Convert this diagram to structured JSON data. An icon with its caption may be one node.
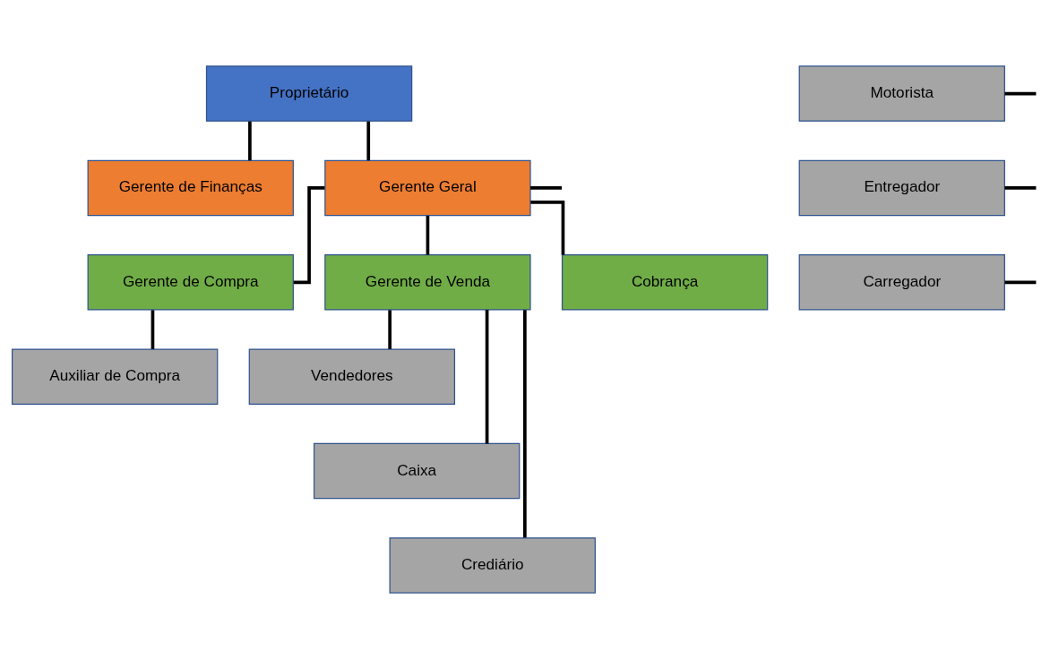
{
  "diagram": {
    "nodes": [
      {
        "text": [
          "Proprietário"
        ]
      },
      {
        "text": [
          "Gerente de Finanças"
        ]
      },
      {
        "text": [
          "Gerente Geral"
        ]
      },
      {
        "text": [
          "Gerente de Compra"
        ]
      },
      {
        "text": [
          "Gerente de Venda"
        ]
      },
      {
        "text": [
          "Cobrança"
        ]
      },
      {
        "text": [
          "Auxiliar de Compra"
        ]
      },
      {
        "text": [
          "Vendedores"
        ]
      },
      {
        "text": [
          "Caixa"
        ]
      },
      {
        "text": [
          "Crediário"
        ]
      },
      {
        "text": [
          "Motorista"
        ]
      },
      {
        "text": [
          "Entregador"
        ]
      },
      {
        "text": [
          "Carregador"
        ]
      }
    ],
    "edges": [
      {
        "from": 0,
        "to": 1,
        "arrow": "none"
      },
      {
        "from": 0,
        "to": 2,
        "arrow": "none"
      },
      {
        "from": 2,
        "to": null,
        "arrow": "none"
      },
      {
        "from": 2,
        "to": 3,
        "arrow": "none"
      },
      {
        "from": 2,
        "to": 4,
        "arrow": "none"
      },
      {
        "from": 2,
        "to": 5,
        "arrow": "none"
      },
      {
        "from": 3,
        "to": 6,
        "arrow": "none"
      },
      {
        "from": 4,
        "to": 7,
        "arrow": "none"
      },
      {
        "from": 4,
        "to": 8,
        "arrow": "none"
      },
      {
        "from": 4,
        "to": 9,
        "arrow": "none"
      },
      {
        "from": 10,
        "to": null,
        "arrow": "none"
      },
      {
        "from": 11,
        "to": null,
        "arrow": "none"
      },
      {
        "from": 12,
        "to": null,
        "arrow": "none"
      }
    ]
  }
}
